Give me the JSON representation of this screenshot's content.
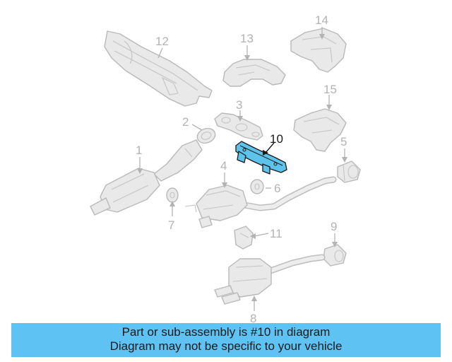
{
  "callouts": {
    "c1": "1",
    "c2": "2",
    "c3": "3",
    "c4": "4",
    "c5": "5",
    "c6": "6",
    "c7": "7",
    "c8": "8",
    "c9": "9",
    "c10": "10",
    "c11": "11",
    "c12": "12",
    "c13": "13",
    "c14": "14",
    "c15": "15"
  },
  "highlighted_part": "10",
  "banner": {
    "line1": "Part or sub-assembly is #10 in diagram",
    "line2": "Diagram may not be specific to your vehicle"
  },
  "colors": {
    "highlight": "#5ec3ea",
    "banner": "#5ec3f3",
    "part_lines": "#b9b9b9"
  }
}
